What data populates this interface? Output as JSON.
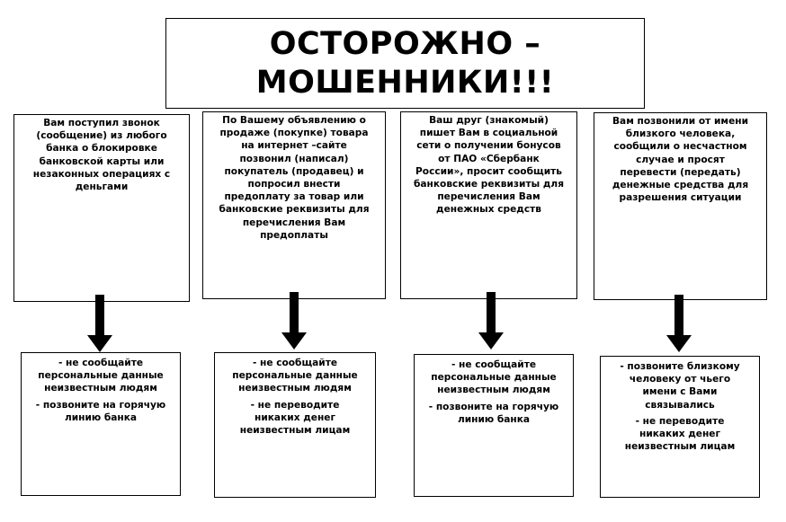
{
  "title": {
    "line1": "ОСТОРОЖНО –",
    "line2": "МОШЕННИКИ!!!"
  },
  "columns": [
    {
      "situation": "Вам поступил звонок\n(сообщение) из любого\nбанка о блокировке\nбанковской карты или\nнезаконных операциях с\nденьгами",
      "advice": [
        "- не сообщайте\nперсональные данные\nнеизвестным людям",
        "-  позвоните на горячую\nлинию банка"
      ]
    },
    {
      "situation": "По Вашему объявлению о\nпродаже (покупке) товара\nна интернет –сайте\nпозвонил (написал)\nпокупатель (продавец) и\nпопросил внести\nпредоплату за товар или\nбанковские реквизиты для\nперечисления Вам\nпредоплаты",
      "advice": [
        "- не сообщайте\nперсональные данные\nнеизвестным людям",
        "-  не переводите\nникаких денег\nнеизвестным лицам"
      ]
    },
    {
      "situation": "Ваш друг (знакомый)\nпишет Вам в социальной\nсети о получении бонусов\nот ПАО «Сбербанк\nРоссии», просит сообщить\nбанковские реквизиты для\nперечисления Вам\nденежных средств",
      "advice": [
        "- не сообщайте\nперсональные данные\nнеизвестным людям",
        "-  позвоните на горячую\nлинию банка"
      ]
    },
    {
      "situation": "Вам позвонили от имени\nблизкого человека,\nсообщили о несчастном\nслучае и просят\nперевести (передать)\nденежные средства для\nразрешения ситуации",
      "advice": [
        "- позвоните близкому\nчеловеку от чьего\nимени с Вами\nсвязывались",
        "-  не переводите\nникаких денег\nнеизвестным лицам"
      ]
    }
  ]
}
